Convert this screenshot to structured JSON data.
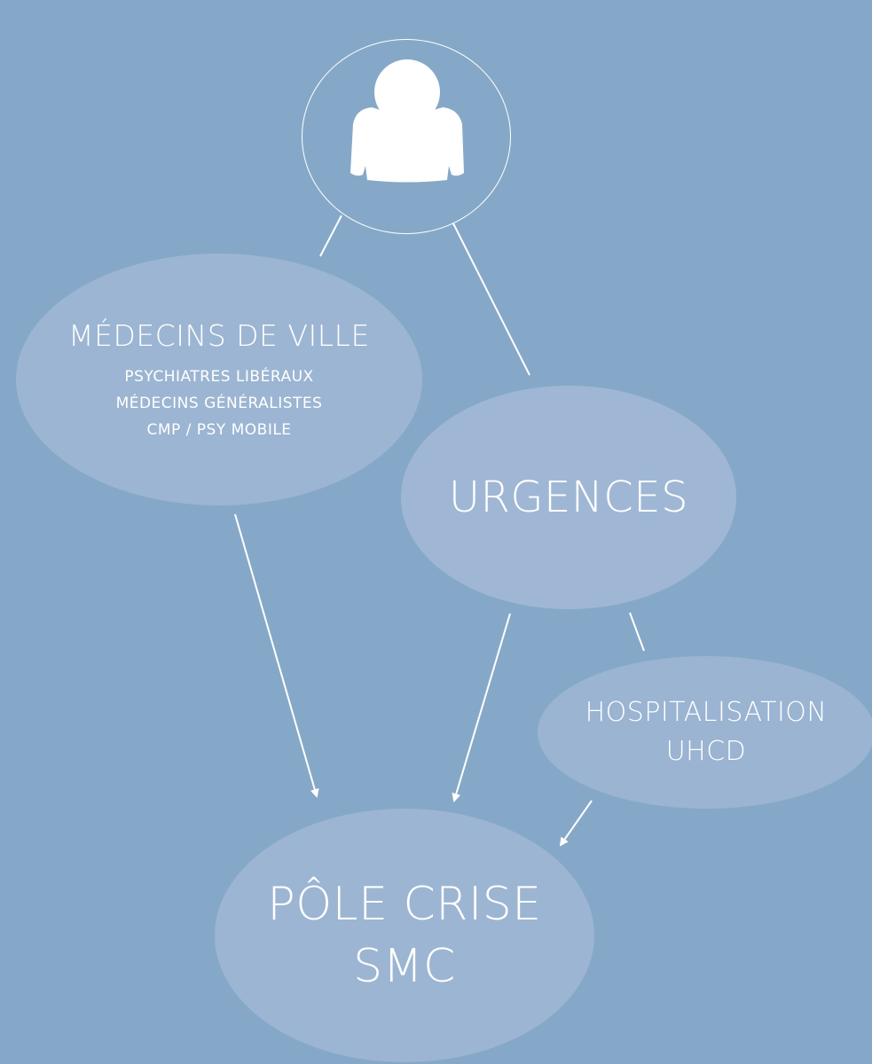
{
  "colors": {
    "background": "#86a8c8",
    "bubble": "#9cb5d2",
    "line": "#ffffff",
    "text": "#ffffff"
  },
  "person": {
    "icon": "person-icon"
  },
  "medecins": {
    "title": "MÉDECINS DE VILLE",
    "items": [
      "PSYCHIATRES LIBÉRAUX",
      "MÉDECINS GÉNÉRALISTES",
      "CMP / PSY MOBILE"
    ]
  },
  "urgences": {
    "title": "URGENCES"
  },
  "hospitalisation": {
    "line1": "HOSPITALISATION",
    "line2": "UHCD"
  },
  "pole": {
    "line1": "PÔLE CRISE",
    "line2": "SMC"
  }
}
